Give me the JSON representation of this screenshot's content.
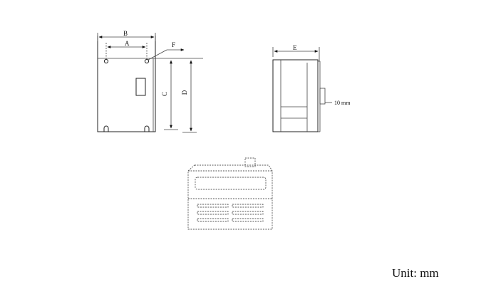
{
  "front_view": {
    "dim_a": "A",
    "dim_b": "B",
    "dim_c": "C",
    "dim_d": "D",
    "dim_f": "F"
  },
  "side_view": {
    "dim_e": "E",
    "shaft_note": "10 mm"
  },
  "unit_label": "Unit: mm"
}
